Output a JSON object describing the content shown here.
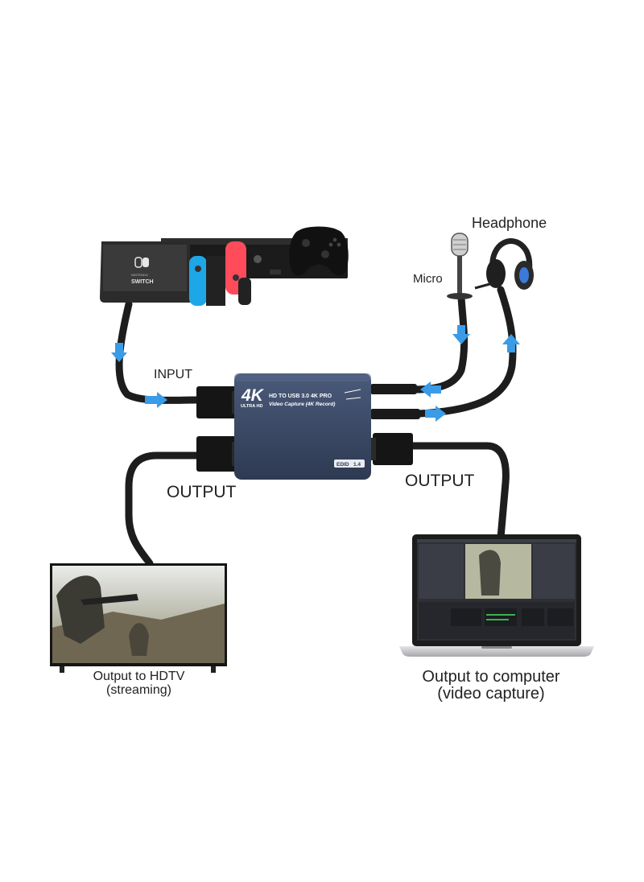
{
  "labels": {
    "input": "INPUT",
    "output_left": "OUTPUT",
    "output_right": "OUTPUT",
    "micro": "Micro",
    "headphone": "Headphone"
  },
  "captions": {
    "hdtv_line1": "Output to HDTV",
    "hdtv_line2": "(streaming)",
    "computer_line1": "Output to computer",
    "computer_line2": "(video capture)"
  },
  "device": {
    "logo": "4K",
    "logo_sub": "ULTRA HD",
    "line1": "HD TO USB 3.0 4K PRO",
    "line2": "Video Capture (4K Record)",
    "edid_label": "EDID",
    "edid_value": "1.4"
  },
  "switch": {
    "logo_text": "NINTENDO",
    "logo_text2": "SWITCH"
  },
  "colors": {
    "device_body": "#3c4a66",
    "cable": "#1d1d1d",
    "arrow": "#3a9be6"
  }
}
